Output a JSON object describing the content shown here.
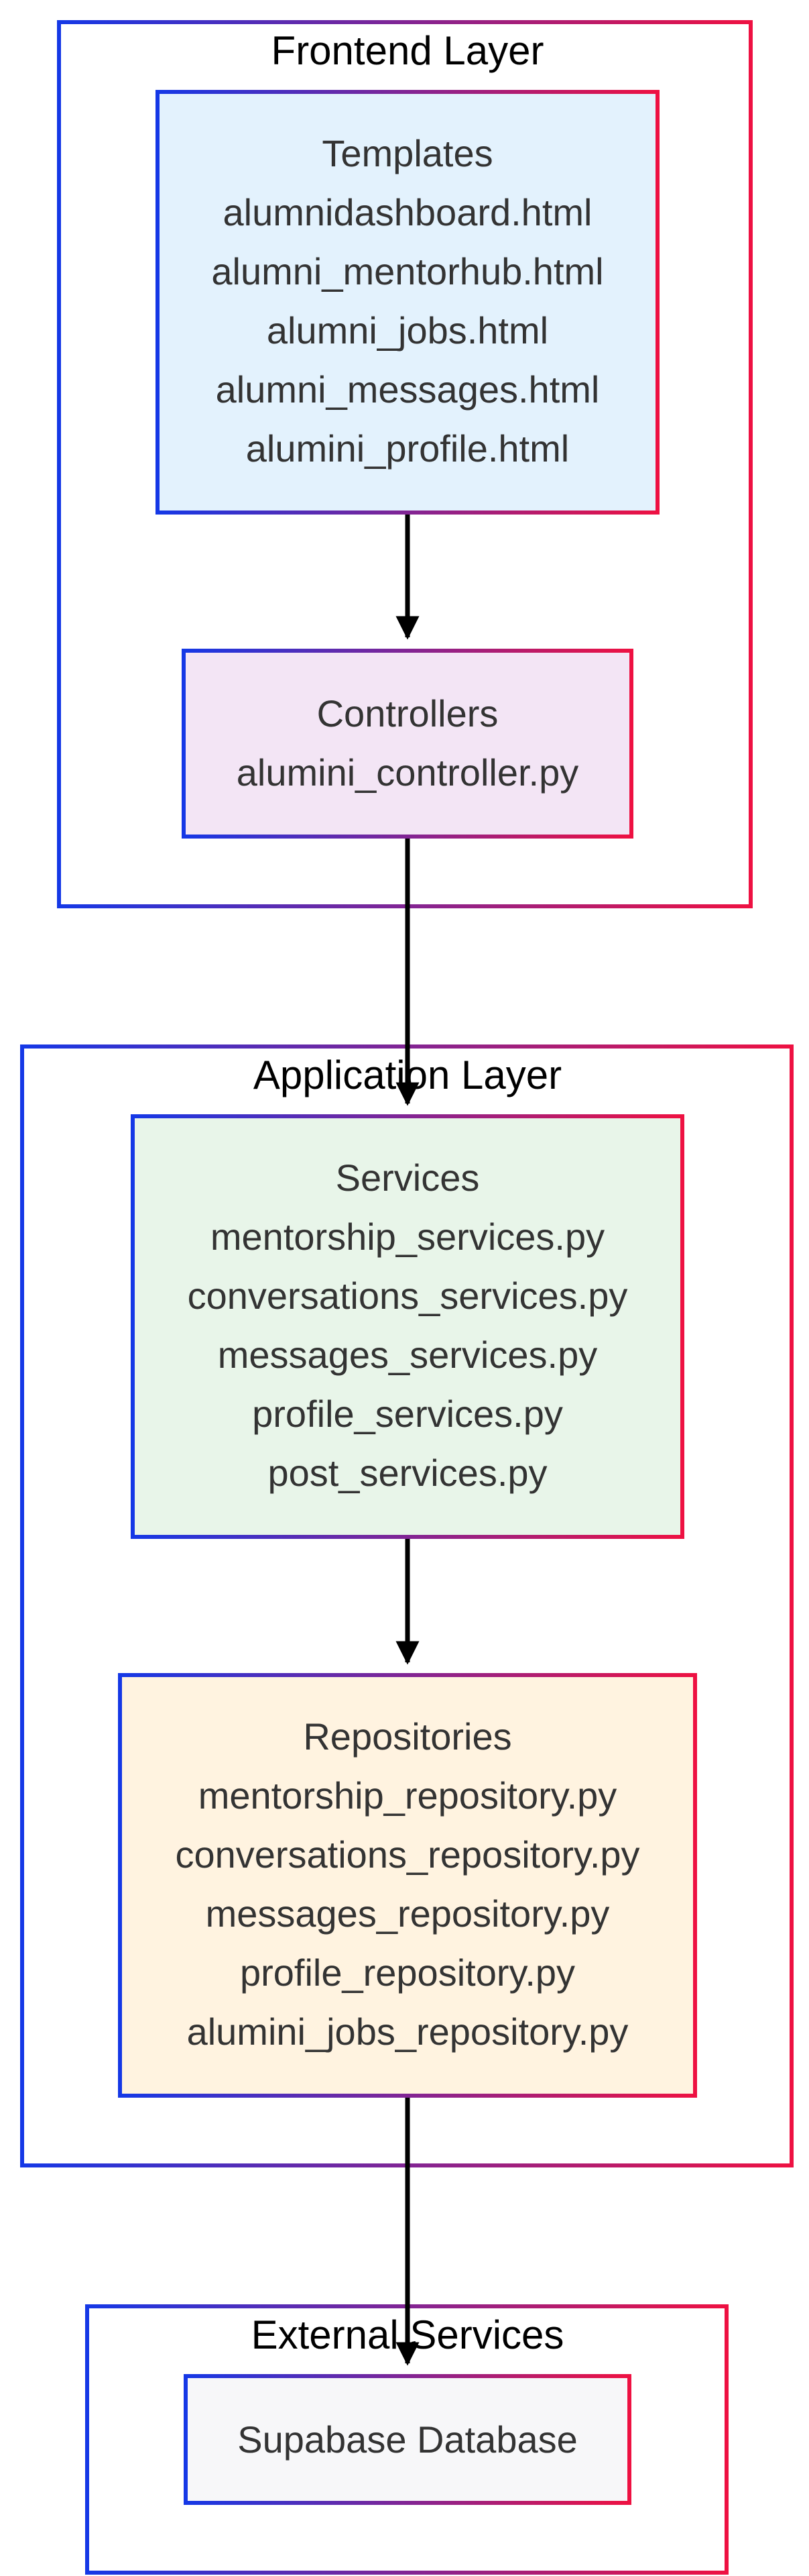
{
  "diagram": {
    "groups": {
      "frontend": {
        "title": "Frontend Layer"
      },
      "application": {
        "title": "Application Layer"
      },
      "external": {
        "title": "External Services"
      }
    },
    "nodes": {
      "templates": {
        "lines": [
          "Templates",
          "alumnidashboard.html",
          "alumni_mentorhub.html",
          "alumni_jobs.html",
          "alumni_messages.html",
          "alumini_profile.html"
        ],
        "fill": "#e3f2fd"
      },
      "controllers": {
        "lines": [
          "Controllers",
          "alumini_controller.py"
        ],
        "fill": "#f3e5f5"
      },
      "services": {
        "lines": [
          "Services",
          "mentorship_services.py",
          "conversations_services.py",
          "messages_services.py",
          "profile_services.py",
          "post_services.py"
        ],
        "fill": "#e8f5e9"
      },
      "repositories": {
        "lines": [
          "Repositories",
          "mentorship_repository.py",
          "conversations_repository.py",
          "messages_repository.py",
          "profile_repository.py",
          "alumini_jobs_repository.py"
        ],
        "fill": "#fff3e0"
      },
      "database": {
        "lines": [
          "Supabase Database"
        ],
        "fill": "#f7f7f9"
      }
    },
    "edges": [
      {
        "from": "templates",
        "to": "controllers"
      },
      {
        "from": "controllers",
        "to": "services"
      },
      {
        "from": "services",
        "to": "repositories"
      },
      {
        "from": "repositories",
        "to": "database"
      }
    ],
    "colors": {
      "border_start": "#1538e6",
      "border_end": "#ee1142",
      "arrow": "#000000"
    }
  }
}
